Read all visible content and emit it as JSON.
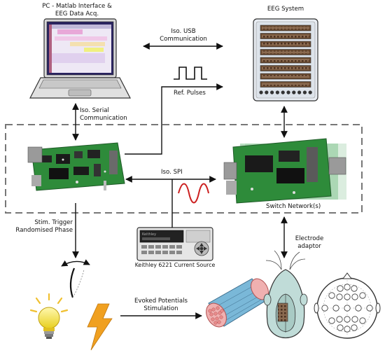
{
  "labels": {
    "pc_line1": "PC - Matlab Interface &",
    "pc_line2": "EEG Data Acq.",
    "eeg_system": "EEG System",
    "usb_line1": "Iso. USB",
    "usb_line2": "Communication",
    "ref_pulses": "Ref. Pulses",
    "serial_line1": "Iso. Serial",
    "serial_line2": "Communication",
    "iso_spi": "Iso. SPI",
    "switch_network": "Switch Network(s)",
    "stim_line1": "Stim. Trigger",
    "stim_line2": "Randomised Phase",
    "electrode_line1": "Electrode",
    "electrode_line2": "adaptor",
    "keithley": "Keithley 6221 Current Source",
    "evoked_line1": "Evoked Potentials",
    "evoked_line2": "Stimulation"
  },
  "keithley_display": "Keithley",
  "colors": {
    "pcb_green": "#2e8b3a",
    "pcb_dark": "#1f6b2a",
    "sine_red": "#cc2020",
    "bulb_yellow": "#f5e84a",
    "bolt_orange": "#f0a020",
    "nerve_blue": "#7ab8d8",
    "nerve_pink": "#e88a8a",
    "dashed_frame": "#777777"
  },
  "eeg_grid_rows": 8,
  "electrode_count": 21
}
